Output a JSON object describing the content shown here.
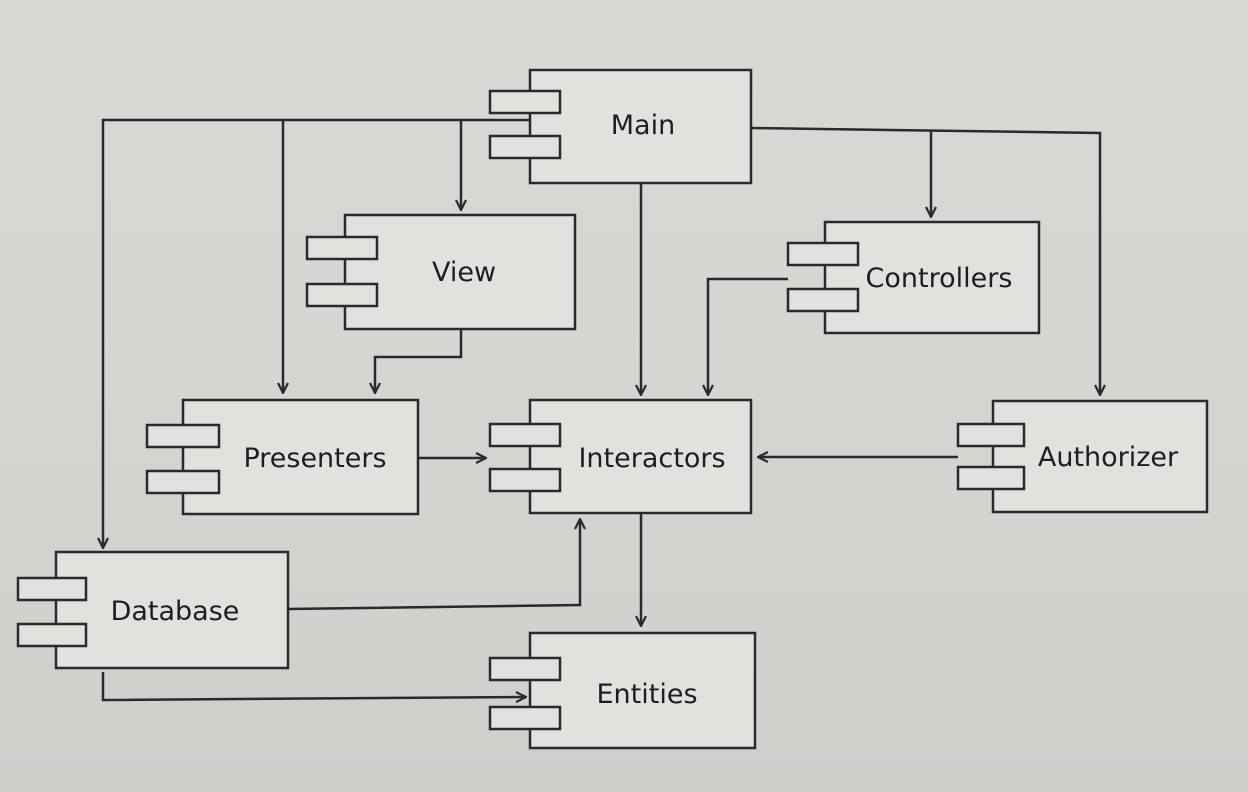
{
  "components": {
    "main": "Main",
    "view": "View",
    "controllers": "Controllers",
    "presenters": "Presenters",
    "interactors": "Interactors",
    "authorizer": "Authorizer",
    "database": "Database",
    "entities": "Entities"
  },
  "dependencies": [
    {
      "from": "Main",
      "to": "View"
    },
    {
      "from": "Main",
      "to": "Presenters"
    },
    {
      "from": "Main",
      "to": "Database"
    },
    {
      "from": "Main",
      "to": "Interactors"
    },
    {
      "from": "Main",
      "to": "Controllers"
    },
    {
      "from": "Main",
      "to": "Authorizer"
    },
    {
      "from": "View",
      "to": "Presenters"
    },
    {
      "from": "Controllers",
      "to": "Interactors"
    },
    {
      "from": "Presenters",
      "to": "Interactors"
    },
    {
      "from": "Authorizer",
      "to": "Interactors"
    },
    {
      "from": "Interactors",
      "to": "Entities"
    },
    {
      "from": "Database",
      "to": "Interactors"
    },
    {
      "from": "Database",
      "to": "Entities"
    }
  ]
}
